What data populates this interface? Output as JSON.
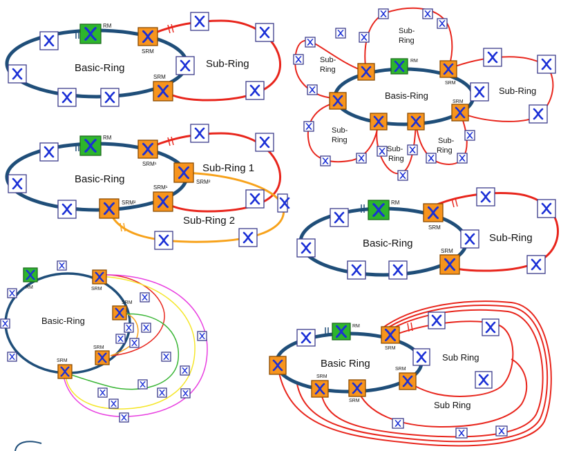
{
  "labels": {
    "basic_ring": "Basic-Ring",
    "sub_ring": "Sub-Ring",
    "sub_ring_1": "Sub-Ring 1",
    "sub_ring_2": "Sub-Ring 2",
    "basis_ring": "Basis-Ring",
    "sub_ring_split_1": "Sub-",
    "sub_ring_split_2": "Ring",
    "sub_ring_compact": "Sub-",
    "basic_ring_alt": "Basic Ring",
    "sub_ring_alt": "Sub Ring",
    "rm": "RM",
    "srm": "SRM",
    "srm1": "SRM¹",
    "srm2": "SRM²"
  },
  "colors": {
    "basic_ring": "#1f4e79",
    "sub_ring": "#e8251c",
    "sub_ring_orange": "#f7a21b",
    "sub_ring_green": "#39b535",
    "sub_ring_yellow": "#f5e62a",
    "sub_ring_magenta": "#e83ee0",
    "rm_switch": "#2db52d",
    "srm_switch": "#f7941d",
    "switch": "#ffffff",
    "switch_icon": "#1a2fd6"
  },
  "icons": {
    "switch": "switch-icon",
    "open_port": "open-port-icon"
  }
}
